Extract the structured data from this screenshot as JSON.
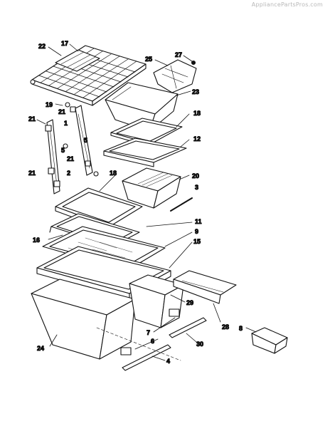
{
  "watermark": "AppliancePartsPros.com",
  "part_labels": [
    {
      "id": "p22",
      "text": "22"
    },
    {
      "id": "p17",
      "text": "17"
    },
    {
      "id": "p25",
      "text": "25"
    },
    {
      "id": "p27",
      "text": "27"
    },
    {
      "id": "p23",
      "text": "23"
    },
    {
      "id": "p19",
      "text": "19"
    },
    {
      "id": "p21a",
      "text": "21"
    },
    {
      "id": "p21b",
      "text": "21"
    },
    {
      "id": "p1",
      "text": "1"
    },
    {
      "id": "p5a",
      "text": "5"
    },
    {
      "id": "p5b",
      "text": "5"
    },
    {
      "id": "p21c",
      "text": "21"
    },
    {
      "id": "p21d",
      "text": "21"
    },
    {
      "id": "p2",
      "text": "2"
    },
    {
      "id": "p18a",
      "text": "18"
    },
    {
      "id": "p12",
      "text": "12"
    },
    {
      "id": "p18b",
      "text": "18"
    },
    {
      "id": "p20",
      "text": "20"
    },
    {
      "id": "p3",
      "text": "3"
    },
    {
      "id": "p11",
      "text": "11"
    },
    {
      "id": "p9",
      "text": "9"
    },
    {
      "id": "p16",
      "text": "16"
    },
    {
      "id": "p15",
      "text": "15"
    },
    {
      "id": "p29",
      "text": "29"
    },
    {
      "id": "p28",
      "text": "28"
    },
    {
      "id": "p8",
      "text": "8"
    },
    {
      "id": "p7",
      "text": "7"
    },
    {
      "id": "p6",
      "text": "6"
    },
    {
      "id": "p30",
      "text": "30"
    },
    {
      "id": "p24",
      "text": "24"
    },
    {
      "id": "p4",
      "text": "4"
    }
  ]
}
